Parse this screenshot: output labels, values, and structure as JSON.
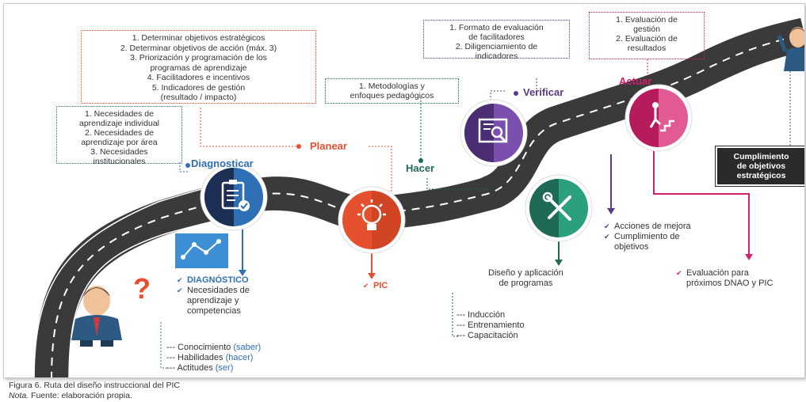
{
  "boxes": {
    "diagnosticar": [
      "1. Necesidades de",
      "aprendizaje individual",
      "2. Necesidades de",
      "aprendizaje por área",
      "3. Necesidades",
      "institucionales"
    ],
    "planear": [
      "1. Determinar objetivos estratégicos",
      "2. Determinar objetivos de acción (máx. 3)",
      "3. Priorización y programación de los",
      "programas de aprendizaje",
      "4. Facilitadores e incentivos",
      "5. Indicadores de gestión",
      "(resultado / impacto)"
    ],
    "hacer": [
      "1. Metodologías y",
      "enfoques pedagógicos"
    ],
    "verificar": [
      "1. Formato de evaluación",
      "de facilitadores",
      "2. Diligenciamiento de",
      "indicadores"
    ],
    "actuar": [
      "1. Evaluación de",
      "gestión",
      "2. Evaluación de",
      "resultados"
    ]
  },
  "stages": {
    "diagnosticar": "Diagnosticar",
    "planear": "Planear",
    "hacer": "Hacer",
    "verificar": "Verificar",
    "actuar": "Actuar"
  },
  "outputs": {
    "diagnostico_title": "DIAGNÓSTICO",
    "diagnostico_item": [
      "Necesidades de",
      "aprendizaje y",
      "competencias"
    ],
    "diagnostico_sub": [
      {
        "text": "Conocimiento ",
        "paren": "(saber)"
      },
      {
        "text": "Habilidades ",
        "paren": "(hacer)"
      },
      {
        "text": "Actitudes ",
        "paren": "(ser)"
      }
    ],
    "pic": "PIC",
    "hacer_title": [
      "Diseño y aplicación",
      "de programas"
    ],
    "hacer_sub": [
      "Inducción",
      "Entrenamiento",
      "Capacitación"
    ],
    "verificar_items": [
      "Acciones de mejora",
      "Cumplimiento de",
      "objetivos"
    ],
    "actuar_item": [
      "Evaluación para",
      "próximos DNAO y PIC"
    ]
  },
  "final": [
    "Cumplimiento",
    "de objetivos",
    "estratégicos"
  ],
  "caption": {
    "line1": "Figura 6. Ruta del diseño instruccional del PIC",
    "nota": "Nota.",
    "line2": " Fuente: elaboración propia."
  },
  "colors": {
    "diagnosticar": "#2f6fb5",
    "planear": "#e5502f",
    "hacer": "#1f6a57",
    "verificar": "#5a3a8a",
    "actuar": "#d1206e",
    "road": "#3a3a3a"
  },
  "icons": {
    "diagnosticar": "clipboard-check-icon",
    "planear": "lightbulb-icon",
    "hacer": "wrench-screwdriver-icon",
    "verificar": "document-magnifier-icon",
    "actuar": "person-climbing-stairs-icon",
    "diagnostico_chart": "line-chart-icon"
  }
}
